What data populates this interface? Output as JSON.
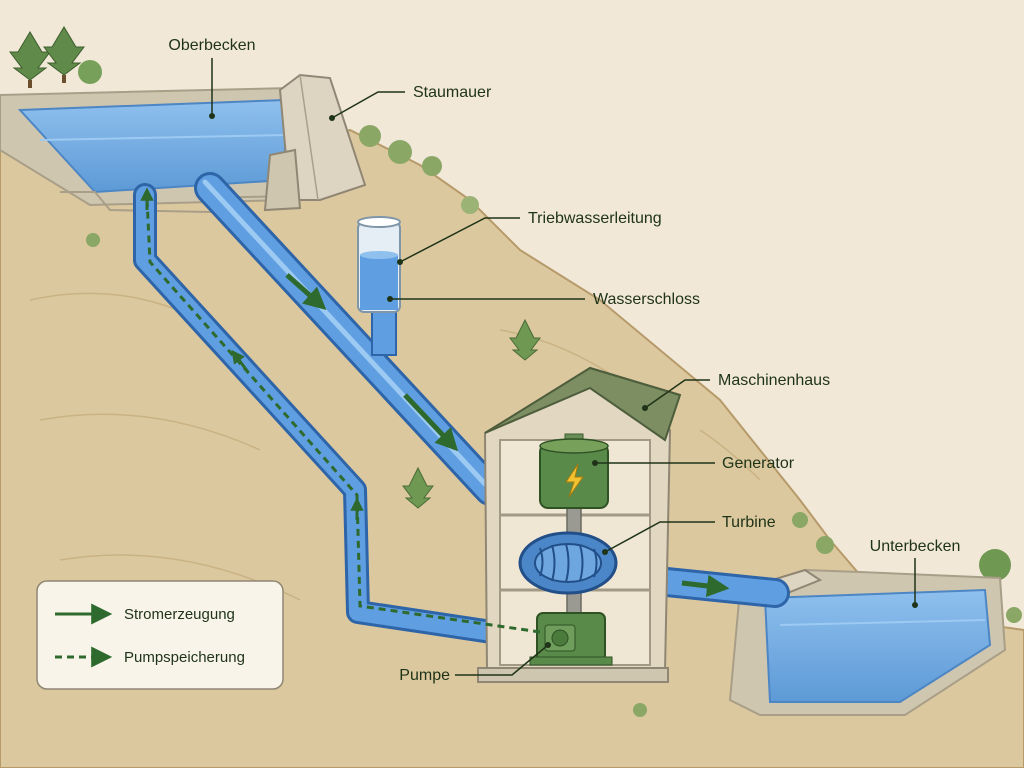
{
  "labels": {
    "oberbecken": "Oberbecken",
    "staumauer": "Staumauer",
    "triebwasserleitung": "Triebwasserleitung",
    "wasserschloss": "Wasserschloss",
    "maschinenhaus": "Maschinenhaus",
    "generator": "Generator",
    "turbine": "Turbine",
    "unterbecken": "Unterbecken",
    "pumpe": "Pumpe"
  },
  "legend": {
    "items": [
      {
        "label": "Stromerzeugung",
        "line_style": "solid"
      },
      {
        "label": "Pumpspeicherung",
        "line_style": "dashed"
      }
    ]
  },
  "icons": {
    "generator_symbol": "lightning-bolt-icon",
    "flow_marker": "arrow-icon"
  },
  "colors": {
    "background": "#f2e8d8",
    "hill": "#dcc89e",
    "water": "#6aa6e0",
    "pipe": "#4a8fd8",
    "flow_arrow": "#2e6a2e",
    "machine_green": "#5a8a4a",
    "label_text": "#1e3318",
    "concrete": "#d8d0bc",
    "roof": "#7d8e62"
  }
}
